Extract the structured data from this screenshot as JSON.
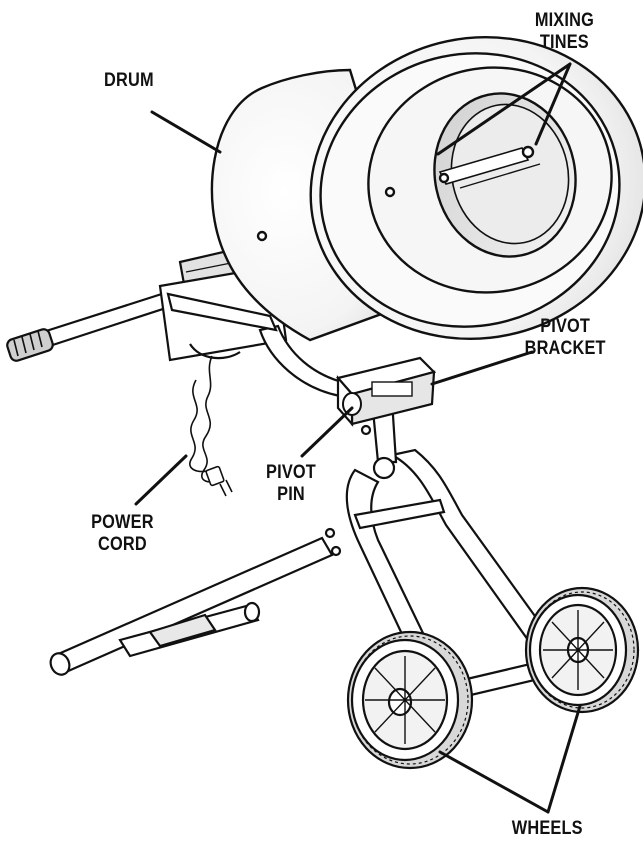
{
  "labels": {
    "drum": "DRUM",
    "mixing_tines": [
      "MIXING",
      "TINES"
    ],
    "pivot_bracket": [
      "PIVOT",
      "BRACKET"
    ],
    "pivot_pin": [
      "PIVOT",
      "PIN"
    ],
    "power_cord": [
      "POWER",
      "CORD"
    ],
    "wheels": "WHEELS"
  },
  "colors": {
    "ink": "#111111",
    "paper": "#ffffff",
    "shade": "#e6e6e6",
    "shade_dark": "#bdbdbd"
  }
}
